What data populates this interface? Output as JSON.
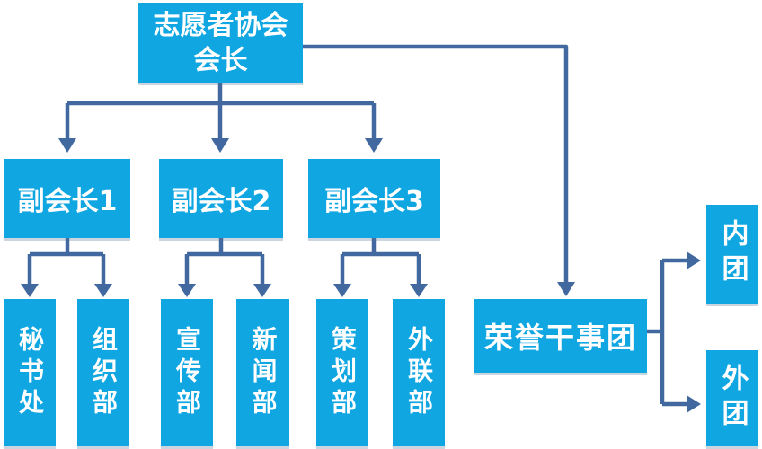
{
  "org": {
    "president": {
      "label": "志愿者协会\n会长"
    },
    "vice_presidents": [
      {
        "label": "副会长1"
      },
      {
        "label": "副会长2"
      },
      {
        "label": "副会长3"
      }
    ],
    "departments": [
      {
        "label": "秘书处",
        "parent": "副会长1"
      },
      {
        "label": "组织部",
        "parent": "副会长1"
      },
      {
        "label": "宣传部",
        "parent": "副会长2"
      },
      {
        "label": "新闻部",
        "parent": "副会长2"
      },
      {
        "label": "策划部",
        "parent": "副会长3"
      },
      {
        "label": "外联部",
        "parent": "副会长3"
      }
    ],
    "honorary": {
      "label": "荣誉干事团",
      "parent": "志愿者协会会长"
    },
    "groups": [
      {
        "label": "内团",
        "parent": "荣誉干事团"
      },
      {
        "label": "外团",
        "parent": "荣誉干事团"
      }
    ]
  },
  "colors": {
    "node_fill": "#10a6e2",
    "connector": "#4169a0",
    "text": "#ffffff",
    "background": "#ffffff"
  }
}
